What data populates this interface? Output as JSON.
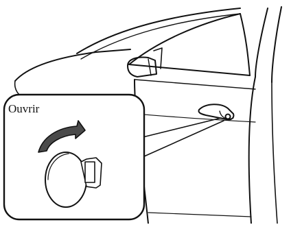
{
  "illustration": {
    "callout_label": "Ouvrir",
    "stroke_color": "#111111",
    "background_color": "#ffffff",
    "arrow_fill_color": "#4a4a4a",
    "icons": [
      "car-side-outline",
      "door-handle",
      "key-lock",
      "open-direction-arrow"
    ]
  }
}
